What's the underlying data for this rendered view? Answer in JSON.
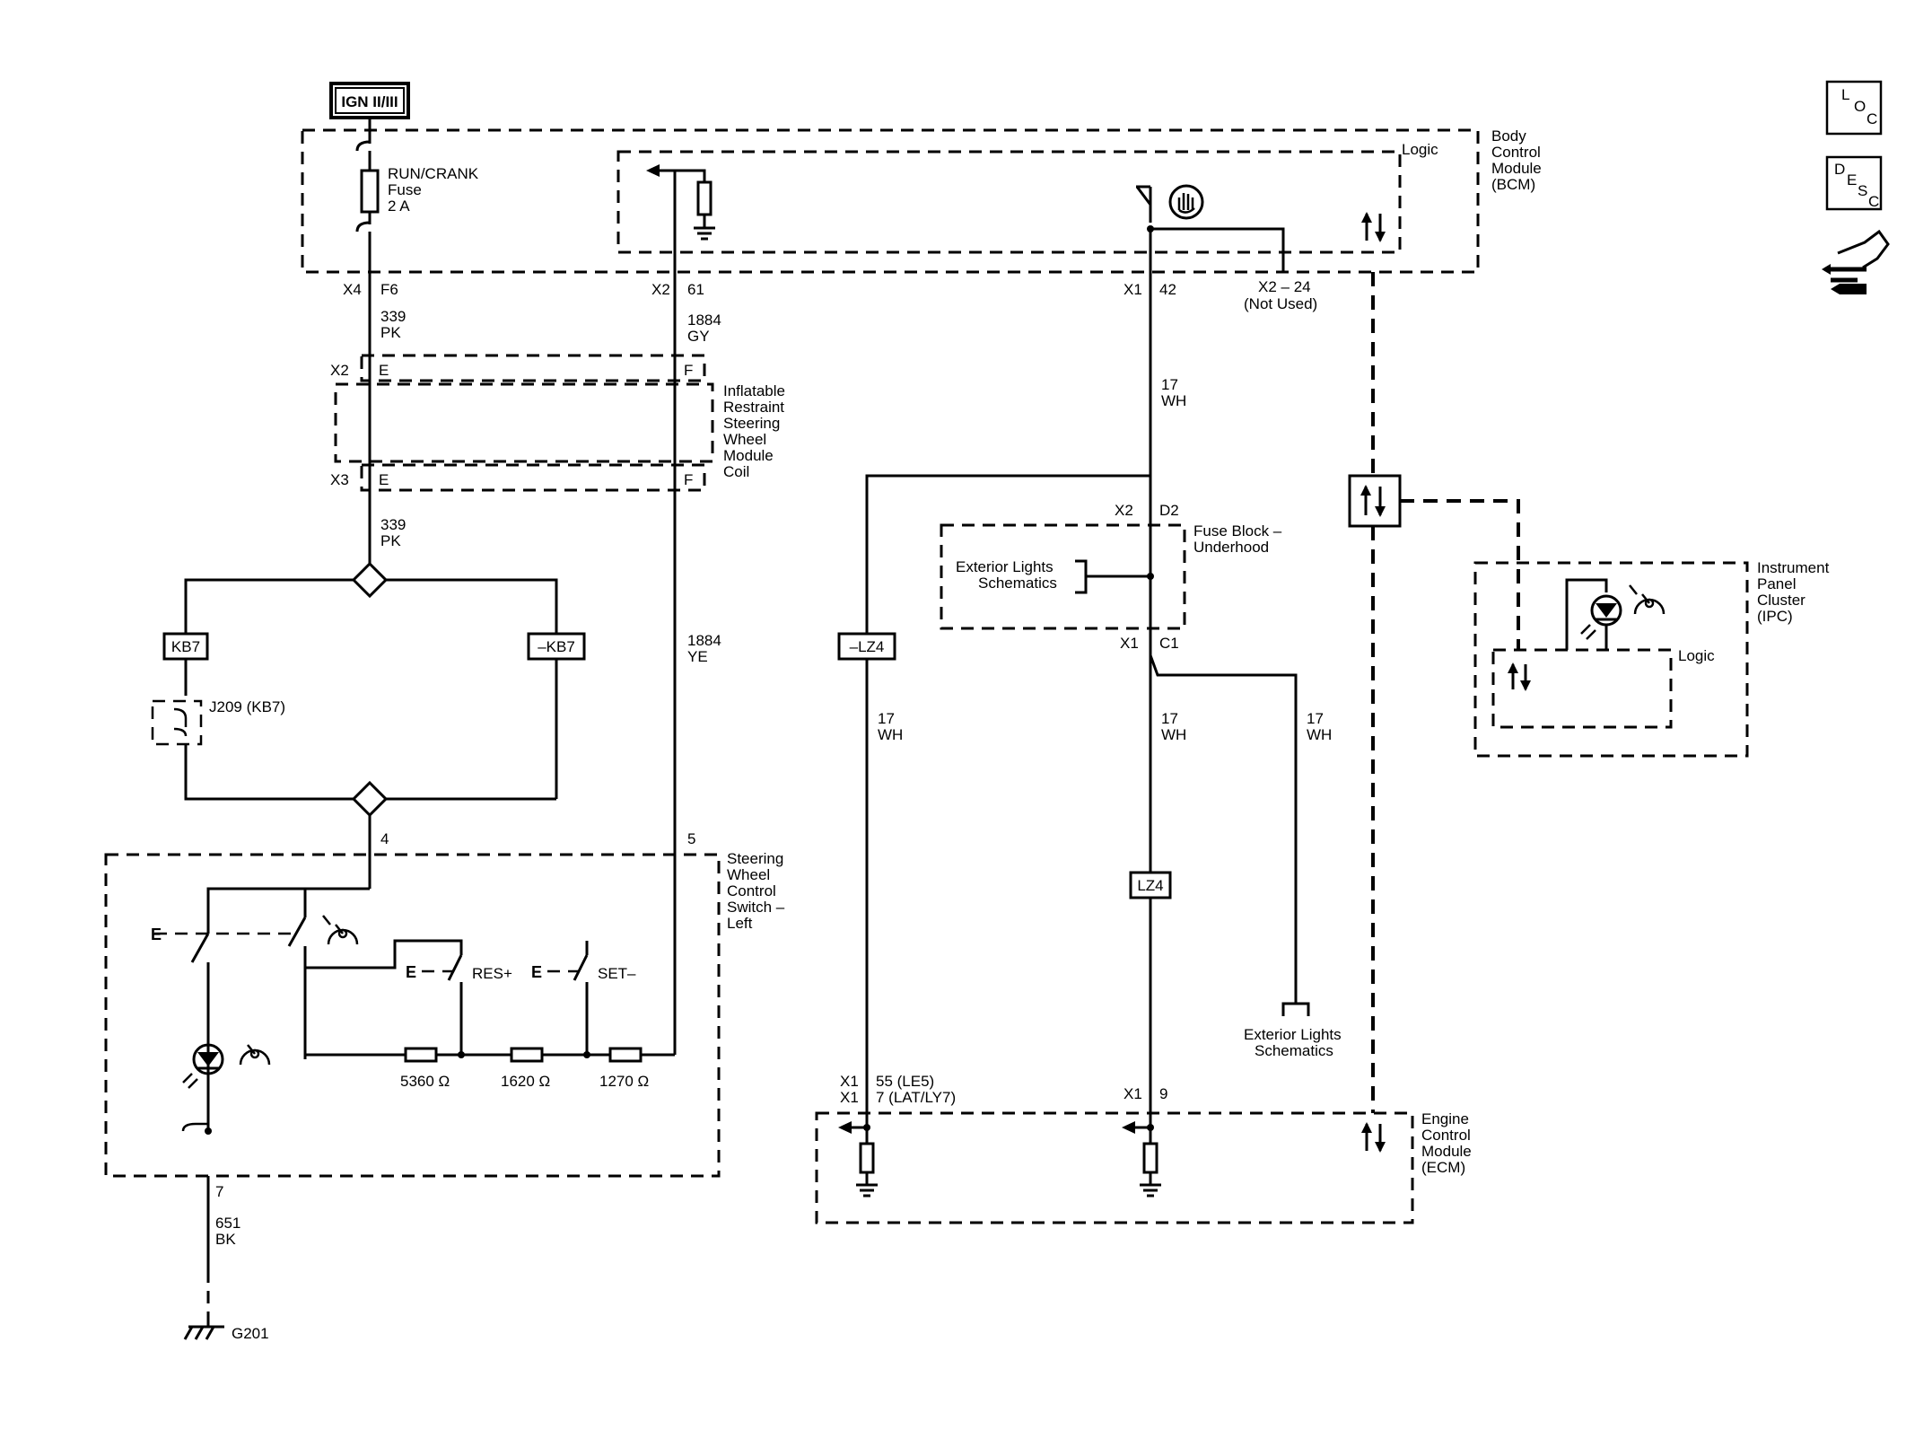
{
  "power": {
    "ign": "IGN II/III"
  },
  "bcm": {
    "name": [
      "Body",
      "Control",
      "Module",
      "(BCM)"
    ],
    "logic": "Logic",
    "fuse": [
      "RUN/CRANK",
      "Fuse",
      "2 A"
    ]
  },
  "pins": {
    "x4": "X4",
    "f6": "F6",
    "x2a": "X2",
    "p61": "61",
    "x1a": "X1",
    "p42": "42",
    "x224": "X2 – 24",
    "not_used": "(Not Used)",
    "x2b": "X2",
    "e1": "E",
    "f1": "F",
    "x3": "X3",
    "e2": "E",
    "f2": "F",
    "x2c": "X2",
    "d2": "D2",
    "x1b": "X1",
    "c1": "C1",
    "p4": "4",
    "p5": "5",
    "p7": "7",
    "x1c": "X1",
    "p55": "55 (LE5)",
    "x1d": "X1",
    "p7b": "7 (LAT/LY7)",
    "x1e": "X1",
    "p9": "9"
  },
  "wires": {
    "w339a": [
      "339",
      "PK"
    ],
    "w1884a": [
      "1884",
      "GY"
    ],
    "w17a": [
      "17",
      "WH"
    ],
    "w339b": [
      "339",
      "PK"
    ],
    "w1884b": [
      "1884",
      "YE"
    ],
    "w17b": [
      "17",
      "WH"
    ],
    "w17c": [
      "17",
      "WH"
    ],
    "w17d": [
      "17",
      "WH"
    ],
    "w651": [
      "651",
      "BK"
    ]
  },
  "irsw": {
    "name": [
      "Inflatable",
      "Restraint",
      "Steering",
      "Wheel",
      "Module",
      "Coil"
    ]
  },
  "fuseblock": {
    "name": [
      "Fuse Block –",
      "Underhood"
    ],
    "ext": [
      "Exterior Lights",
      "Schematics"
    ]
  },
  "ext2": [
    "Exterior Lights",
    "Schematics"
  ],
  "options": {
    "kb7": "KB7",
    "nkb7": "–KB7",
    "nlz4": "–LZ4",
    "lz4": "LZ4"
  },
  "j209": "J209 (KB7)",
  "swc": {
    "name": [
      "Steering",
      "Wheel",
      "Control",
      "Switch –",
      "Left"
    ],
    "res": "RES+",
    "set": "SET–",
    "r1": "5360 Ω",
    "r2": "1620 Ω",
    "r3": "1270 Ω"
  },
  "ecm": {
    "name": [
      "Engine",
      "Control",
      "Module",
      "(ECM)"
    ]
  },
  "ipc": {
    "name": [
      "Instrument",
      "Panel",
      "Cluster",
      "(IPC)"
    ],
    "logic": "Logic"
  },
  "ground": "G201",
  "badges": {
    "loc": [
      "L",
      "O",
      "C"
    ],
    "desc": [
      "D",
      "E",
      "S",
      "C"
    ]
  }
}
